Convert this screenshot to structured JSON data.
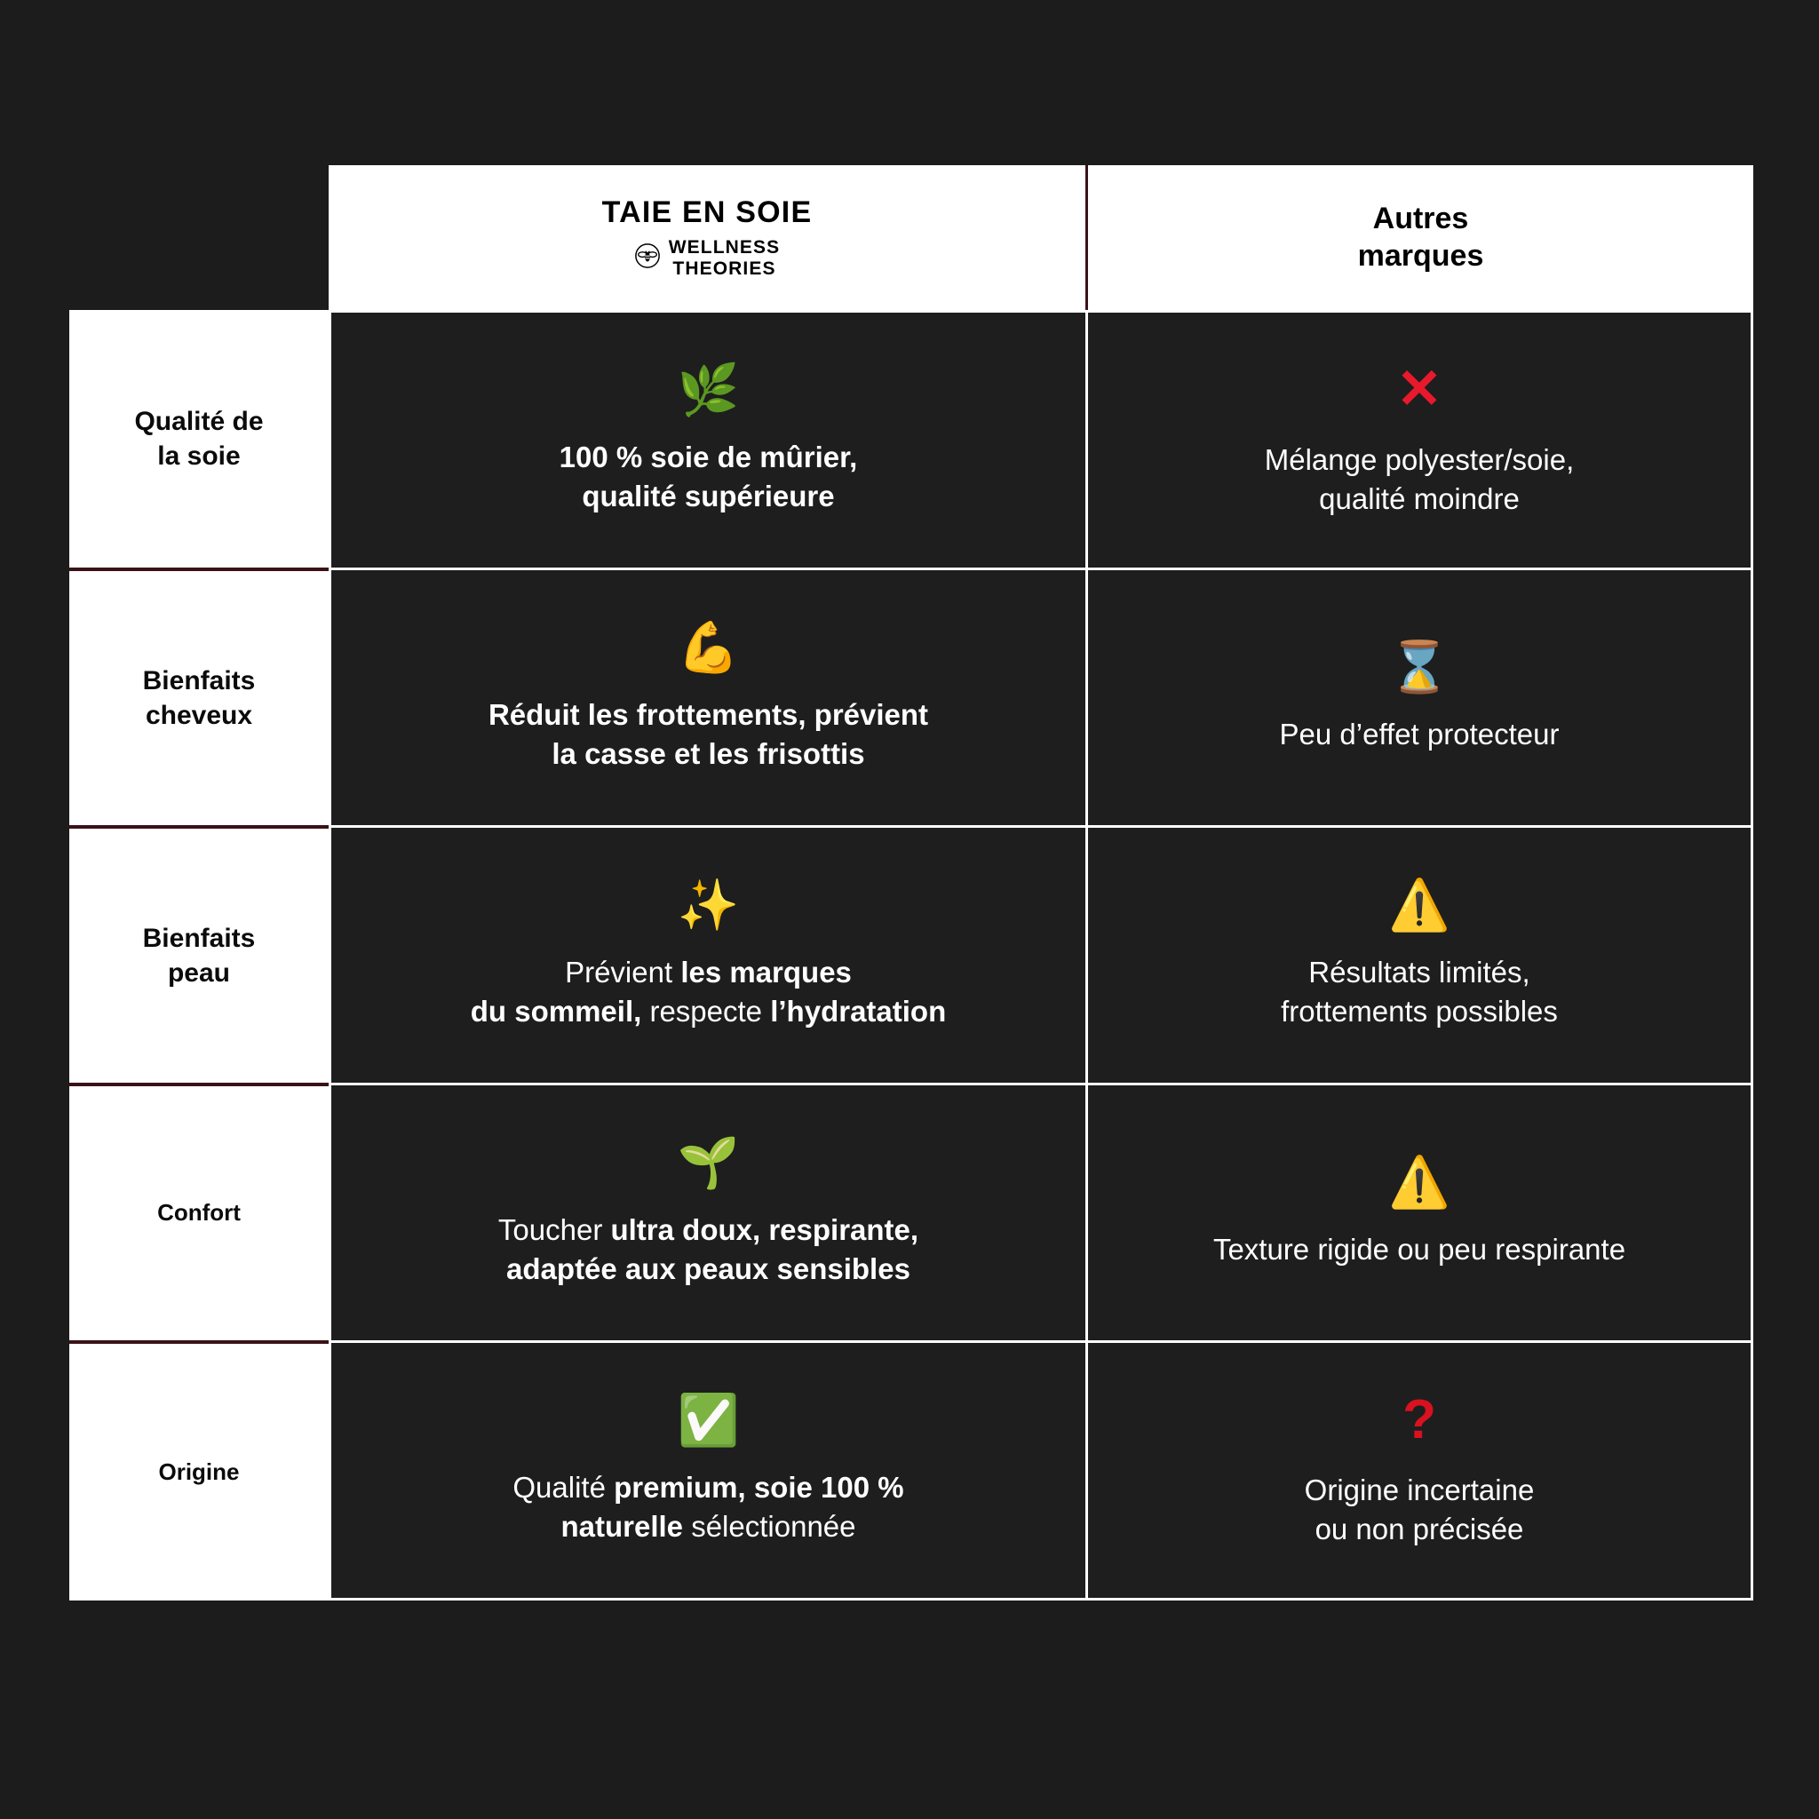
{
  "page": {
    "background_color": "#1c1c1c",
    "panel_color": "#1e1e1e",
    "label_bg": "#ffffff",
    "divider_color": "#3a1218",
    "accent_red": "#e8192c"
  },
  "header": {
    "spacer_label": "",
    "product_column": {
      "title": "TAIE EN SOIE",
      "logo_icon": "bee-icon",
      "logo_line1": "WELLNESS",
      "logo_line2": "THEORIES"
    },
    "competitor_column": {
      "line1": "Autres",
      "line2": "marques"
    }
  },
  "rows": [
    {
      "label_line1": "Qualité de",
      "label_line2": "la soie",
      "label_size": "large",
      "product": {
        "icon": "herb-icon",
        "emoji": "🌿",
        "bold": true,
        "line1": "100 % soie de mûrier,",
        "line2": "qualité supérieure"
      },
      "competitor": {
        "icon": "cross-mark-icon",
        "emoji": "❌",
        "bold": false,
        "line1": "Mélange polyester/soie,",
        "line2": "qualité moindre"
      }
    },
    {
      "label_line1": "Bienfaits",
      "label_line2": "cheveux",
      "label_size": "large",
      "product": {
        "icon": "flexed-biceps-icon",
        "emoji": "💪",
        "bold": true,
        "line1": "Réduit les frottements, prévient",
        "line2": "la casse et les frisottis"
      },
      "competitor": {
        "icon": "hourglass-icon",
        "emoji": "⌛",
        "bold": false,
        "line1": "Peu d’effet protecteur",
        "line2": ""
      }
    },
    {
      "label_line1": "Bienfaits",
      "label_line2": "peau",
      "label_size": "large",
      "product": {
        "icon": "sparkles-icon",
        "emoji": "✨",
        "mixed": true,
        "line1_parts": [
          {
            "text": "Prévient ",
            "bold": false
          },
          {
            "text": "les marques",
            "bold": true
          }
        ],
        "line2_parts": [
          {
            "text": "du sommeil,",
            "bold": true
          },
          {
            "text": " respecte ",
            "bold": false
          },
          {
            "text": "l’hydratation",
            "bold": true
          }
        ]
      },
      "competitor": {
        "icon": "warning-icon",
        "emoji": "⚠️",
        "bold": false,
        "line1": "Résultats limités,",
        "line2": "frottements possibles"
      }
    },
    {
      "label_line1": "Confort",
      "label_line2": "",
      "label_size": "small",
      "product": {
        "icon": "seedling-icon",
        "emoji": "🌱",
        "mixed": true,
        "line1_parts": [
          {
            "text": "Toucher ",
            "bold": false
          },
          {
            "text": "ultra doux, respirante,",
            "bold": true
          }
        ],
        "line2_parts": [
          {
            "text": "adaptée aux peaux sensibles",
            "bold": true
          }
        ]
      },
      "competitor": {
        "icon": "warning-icon",
        "emoji": "⚠️",
        "bold": false,
        "line1": "Texture rigide ou peu respirante",
        "line2": ""
      }
    },
    {
      "label_line1": "Origine",
      "label_line2": "",
      "label_size": "small",
      "product": {
        "icon": "check-mark-button-icon",
        "emoji": "✅",
        "mixed": true,
        "line1_parts": [
          {
            "text": "Qualité ",
            "bold": false
          },
          {
            "text": "premium, soie 100 %",
            "bold": true
          }
        ],
        "line2_parts": [
          {
            "text": "naturelle",
            "bold": true
          },
          {
            "text": " sélectionnée",
            "bold": false
          }
        ]
      },
      "competitor": {
        "icon": "question-mark-icon",
        "emoji": "❓",
        "bold": false,
        "line1": "Origine incertaine",
        "line2": "ou non précisée"
      }
    }
  ]
}
